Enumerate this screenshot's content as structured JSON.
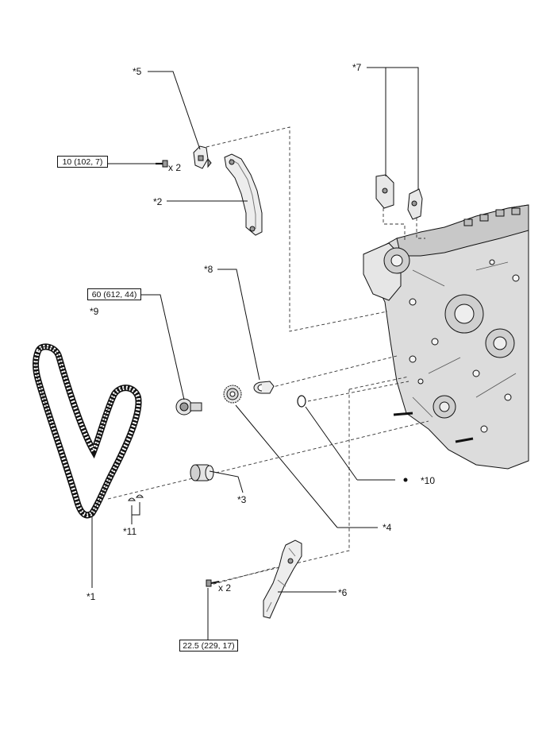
{
  "callouts": {
    "c1": "*1",
    "c2": "*2",
    "c3": "*3",
    "c4": "*4",
    "c5": "*5",
    "c6": "*6",
    "c7": "*7",
    "c8": "*8",
    "c9": "*9",
    "c10": "*10",
    "c11": "*11"
  },
  "torque": {
    "t1": "10 (102, 7)",
    "t2": "60 (612, 44)",
    "t3": "22.5 (229, 17)"
  },
  "quantity": {
    "q1": "x 2",
    "q2": "x 2"
  },
  "colors": {
    "line": "#111111",
    "part_fill": "#ededed",
    "part_shade": "#9a9a9a",
    "engine_fill": "#dcdcdc"
  }
}
